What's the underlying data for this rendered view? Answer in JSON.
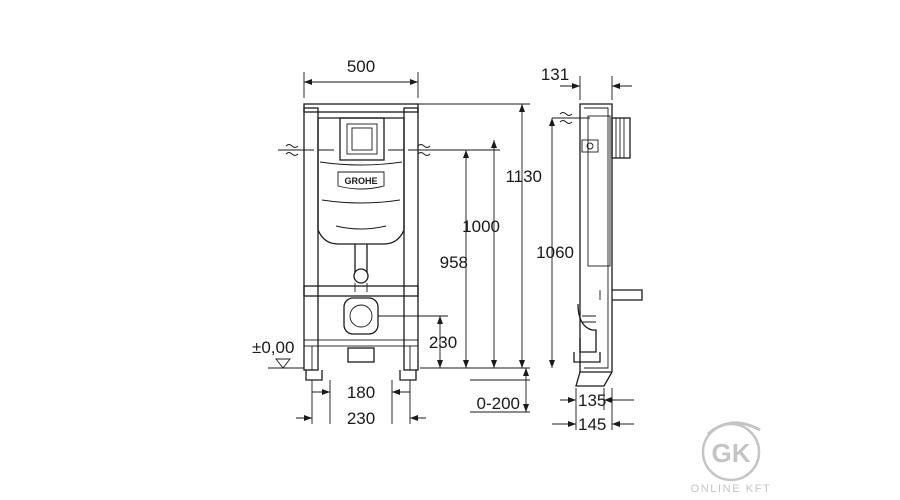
{
  "dimensions": {
    "frame_width": "500",
    "depth_top": "131",
    "height_1130": "1130",
    "height_1000": "1000",
    "height_958": "958",
    "height_1060": "1060",
    "outlet_height": "230",
    "floor_level": "±0,00",
    "foot_spacing_inner": "180",
    "foot_spacing_outer": "230",
    "floor_adjust": "0-200",
    "depth_135": "135",
    "depth_145": "145"
  },
  "brand_label": "GROHE",
  "logo": {
    "initials": "GK",
    "caption": "ONLINE KFT"
  },
  "colors": {
    "line": "#1a1a1a",
    "logo": "#c4c4c4"
  }
}
